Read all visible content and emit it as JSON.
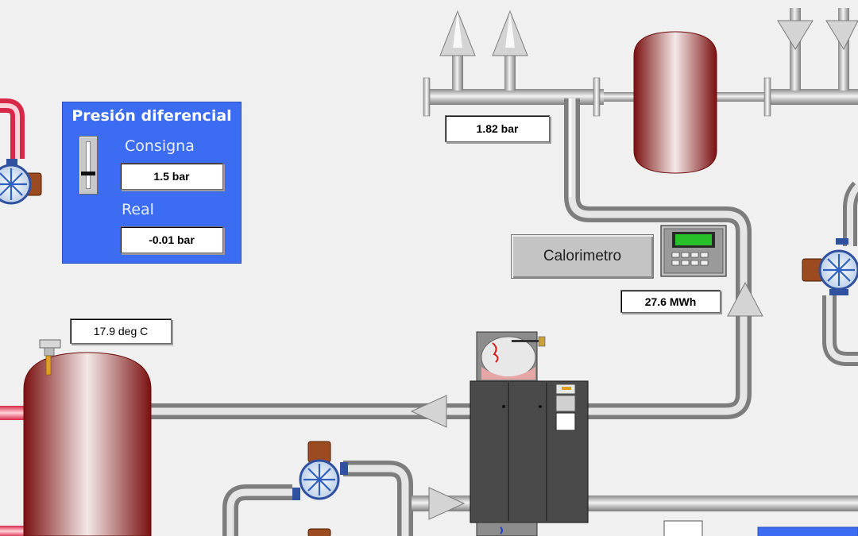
{
  "pressure_panel": {
    "title": "Presión diferencial",
    "setpoint_label": "Consigna",
    "setpoint_value": "1.5 bar",
    "real_label": "Real",
    "real_value": "-0.01 bar"
  },
  "readouts": {
    "header_pressure": "1.82 bar",
    "tank_temperature": "17.9 deg C",
    "energy": "27.6 MWh"
  },
  "calorimeter": {
    "button_label": "Calorimetro"
  },
  "icons": [
    "arrow-up-icon",
    "arrow-down-icon",
    "arrow-left-icon",
    "arrow-right-icon",
    "pump-icon",
    "tank-icon",
    "calorimeter-device-icon",
    "thermometer-icon",
    "boiler-icon"
  ],
  "colors": {
    "background": "#f0f0f0",
    "panel_blue": "#3b6cf2",
    "pipe_grey": "#b4b4b4",
    "hot_pipe_red": "#e8506a",
    "tank_red": "#9c1a1a"
  }
}
